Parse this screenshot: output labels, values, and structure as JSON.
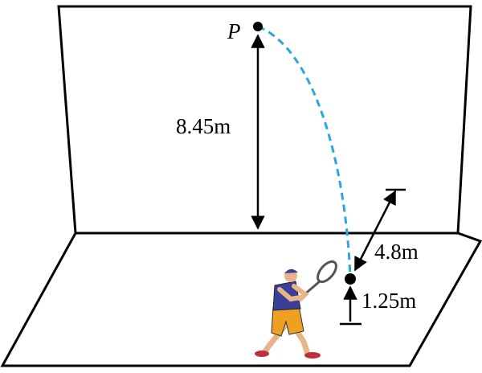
{
  "labels": {
    "point": "P",
    "wall_height": "8.45m",
    "distance": "4.8m",
    "hit_height": "1.25m"
  },
  "colors": {
    "line": "#000000",
    "trajectory": "#2aa6e0",
    "shirt": "#3a3f9a",
    "shorts": "#f0a020",
    "skin": "#e8b48a",
    "shoes": "#c0303a"
  }
}
